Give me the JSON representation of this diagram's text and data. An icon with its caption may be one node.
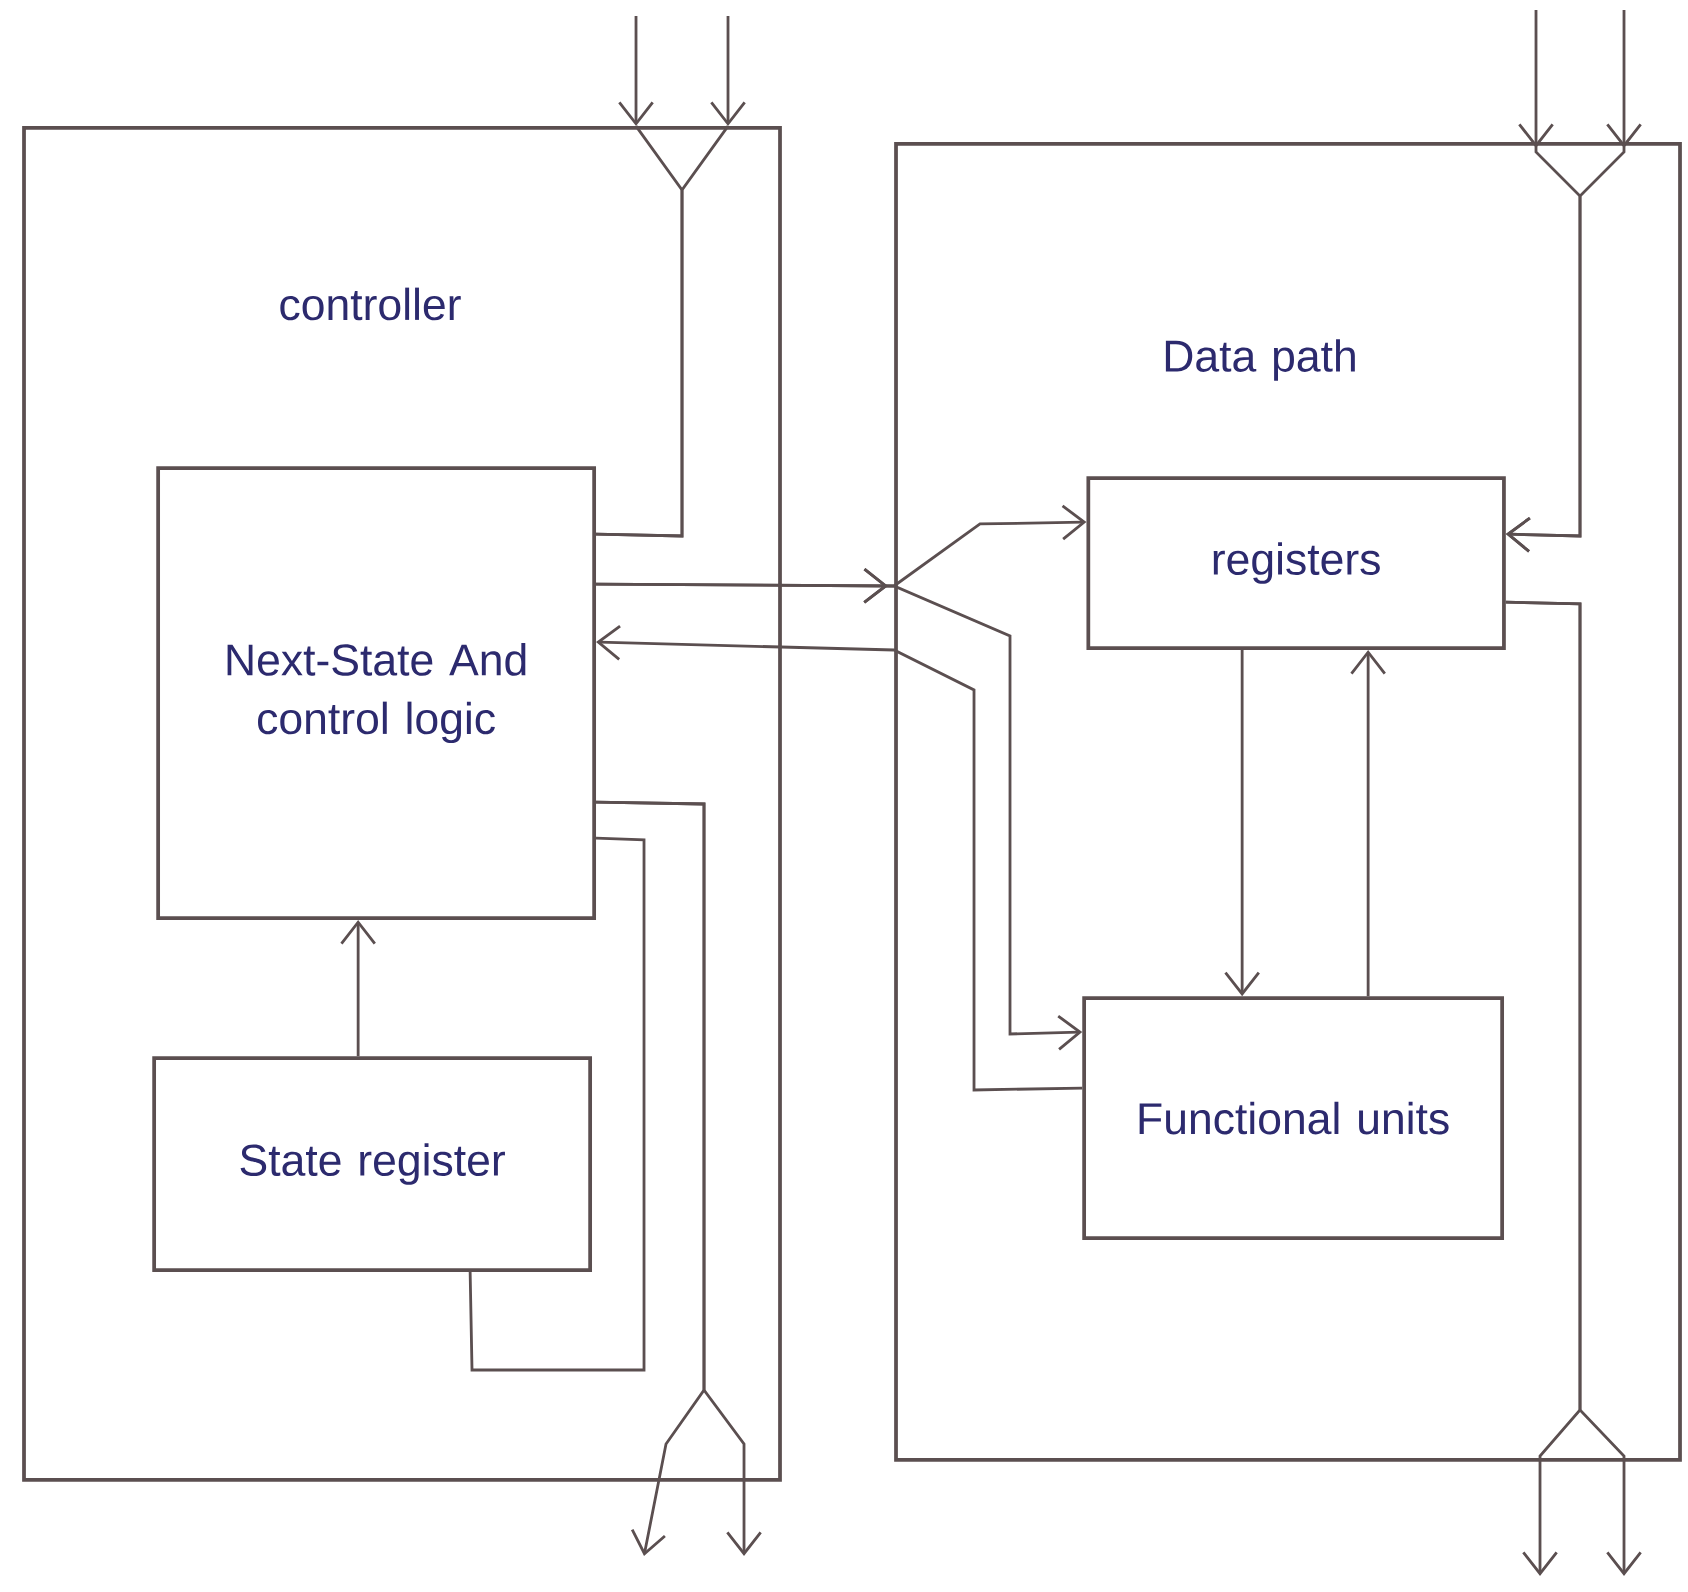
{
  "diagram": {
    "nodes": [
      {
        "text": [
          "controller"
        ]
      },
      {
        "text": [
          "Data path"
        ]
      },
      {
        "text": [
          "Next-State And control logic"
        ],
        "in": 0
      },
      {
        "text": [
          "State register"
        ],
        "in": 0
      },
      {
        "text": [
          "registers"
        ],
        "in": 1
      },
      {
        "text": [
          "Functional units"
        ],
        "in": 1
      }
    ],
    "edges": [
      {
        "from": null,
        "to": 0,
        "arrow": "to"
      },
      {
        "from": null,
        "to": 0,
        "arrow": "to"
      },
      {
        "from": 0,
        "to": 2,
        "arrow": "none"
      },
      {
        "from": 0,
        "to": 2,
        "arrow": "none"
      },
      {
        "from": 2,
        "to": 4,
        "arrow": "to"
      },
      {
        "from": 2,
        "to": 5,
        "arrow": "to"
      },
      {
        "from": 5,
        "to": 2,
        "arrow": "to"
      },
      {
        "from": 4,
        "to": 5,
        "arrow": "to"
      },
      {
        "from": 5,
        "to": 4,
        "arrow": "to"
      },
      {
        "from": null,
        "to": 4,
        "arrow": "to"
      },
      {
        "from": null,
        "to": 4,
        "arrow": "to"
      },
      {
        "from": 4,
        "to": null,
        "arrow": "to"
      },
      {
        "from": 4,
        "to": null,
        "arrow": "to"
      },
      {
        "from": 3,
        "to": 2,
        "arrow": "to"
      },
      {
        "from": 2,
        "to": 3,
        "arrow": "none"
      },
      {
        "from": 2,
        "to": null,
        "arrow": "to"
      },
      {
        "from": 2,
        "to": null,
        "arrow": "to"
      }
    ]
  }
}
